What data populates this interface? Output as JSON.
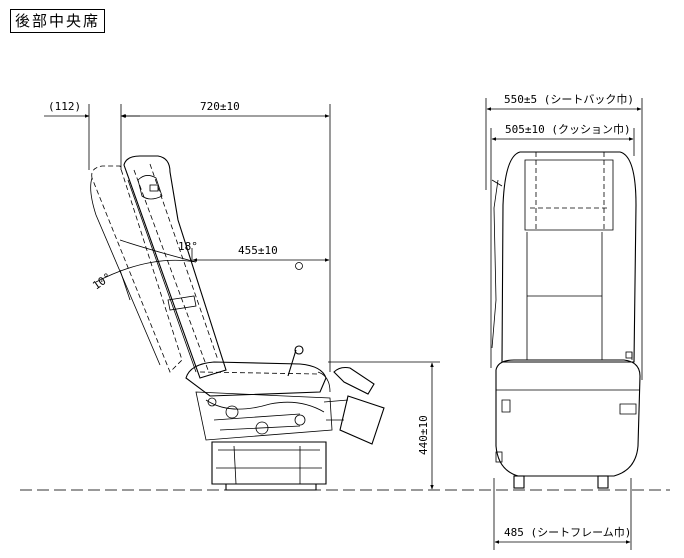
{
  "title": "後部中央席",
  "side_view": {
    "dim_overhang": "(112)",
    "dim_depth": "720±10",
    "dim_cushion": "455±10",
    "dim_height": "440±10",
    "angle_recline": "10°",
    "angle_seat": "18°"
  },
  "front_view": {
    "dim_back_width": "550±5 (シートバック巾)",
    "dim_cushion_width": "505±10 (クッション巾)",
    "dim_frame_width": "485 (シートフレーム巾)"
  }
}
